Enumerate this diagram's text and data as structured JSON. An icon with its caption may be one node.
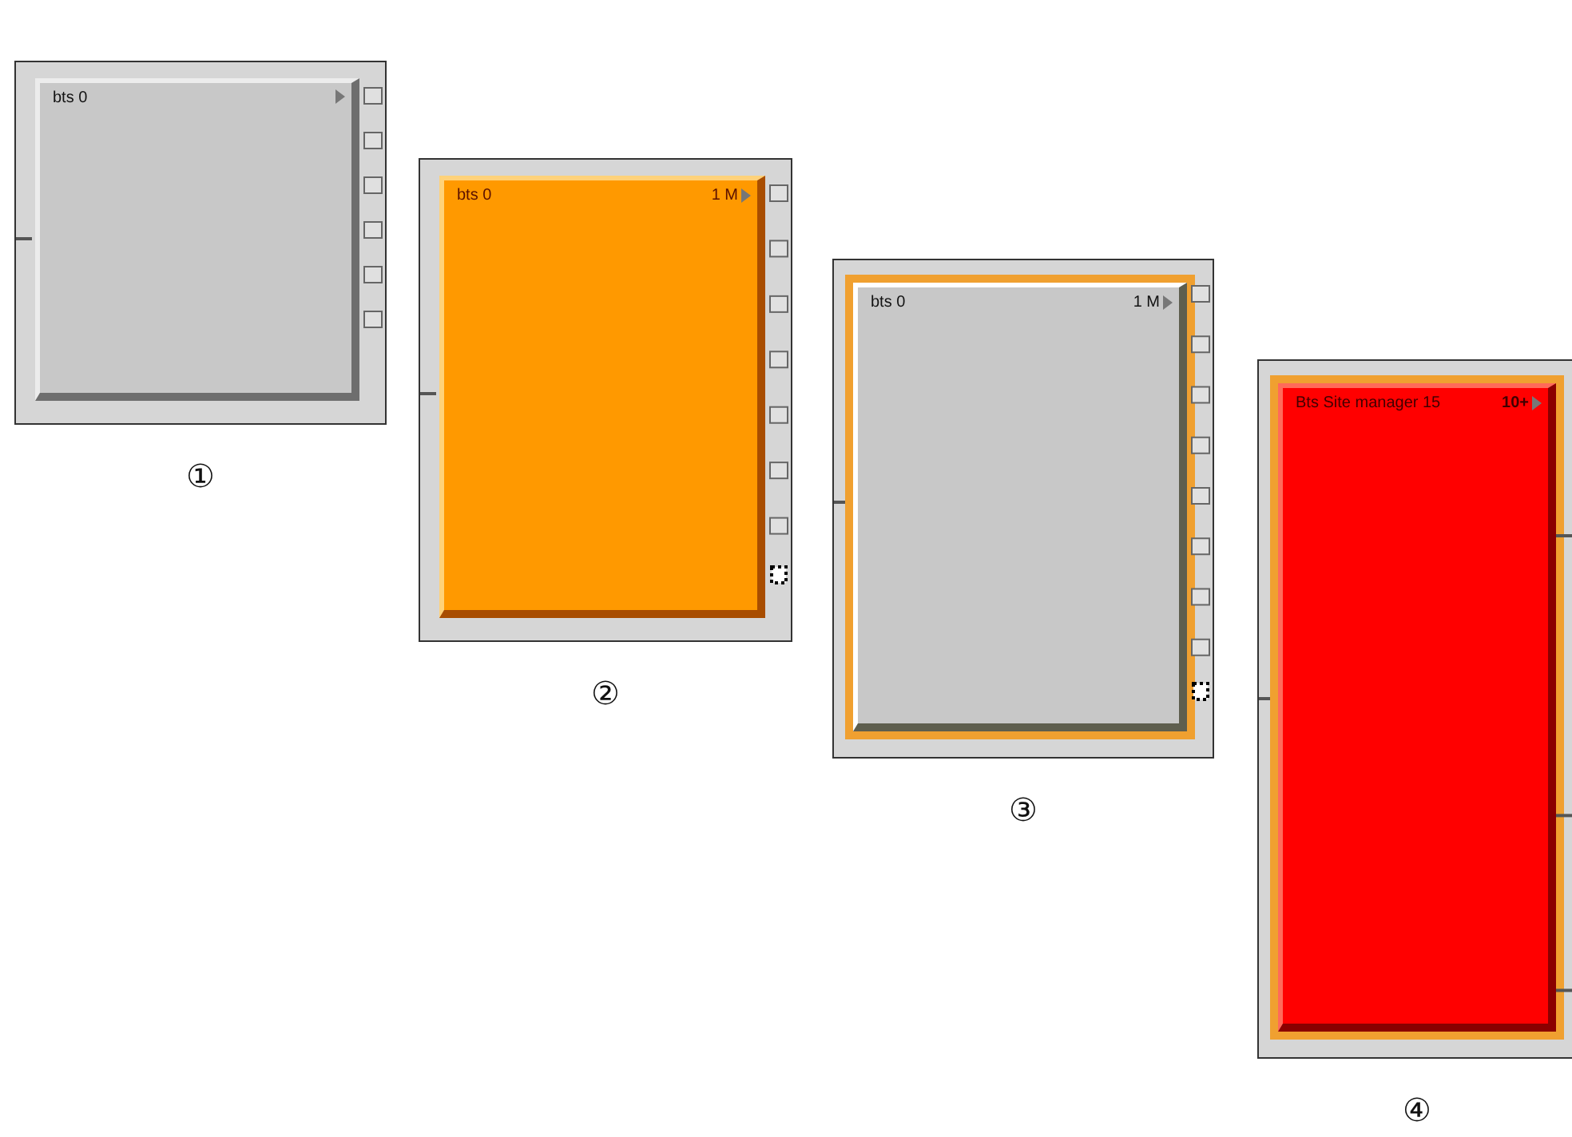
{
  "diagram": {
    "nodes": [
      {
        "text": [
          "bts 0"
        ],
        "beside": [
          "①"
        ]
      },
      {
        "text": [
          "bts 0",
          "1 M"
        ],
        "beside": [
          "②"
        ]
      },
      {
        "text": [
          "bts 0",
          "1 M"
        ],
        "beside": [
          "③"
        ]
      },
      {
        "text": [
          "Bts Site manager 15",
          "10+"
        ],
        "beside": [
          "④"
        ]
      }
    ]
  }
}
